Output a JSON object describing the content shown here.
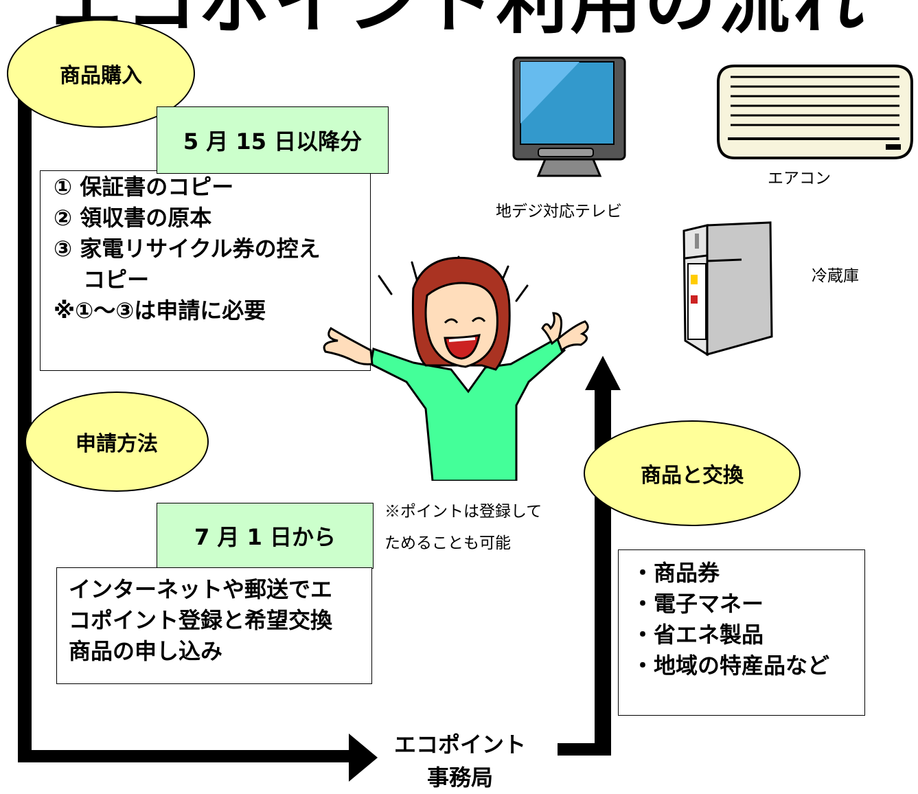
{
  "title": "エコポイント利用の流れ",
  "steps": {
    "purchase": "商品購入",
    "apply": "申請方法",
    "exchange": "商品と交換"
  },
  "purchase_section": {
    "date_label": "5 月 15 日以降分",
    "items": [
      "① 保証書のコピー",
      "② 領収書の原本",
      "③ 家電リサイクル券の控え",
      "　 コピー",
      "※①～③は申請に必要"
    ]
  },
  "apply_section": {
    "date_label": "7 月 1 日から",
    "lines": [
      "インターネットや郵送でエ",
      "コポイント登録と希望交換",
      "商品の申し込み"
    ]
  },
  "note": [
    "※ポイントは登録して",
    "ためることも可能"
  ],
  "exchange_items": [
    "・商品券",
    "・電子マネー",
    "・省エネ製品",
    "・地域の特産品など"
  ],
  "office": [
    "エコポイント",
    "事務局"
  ],
  "appliances": {
    "tv": "地デジ対応テレビ",
    "aircon": "エアコン",
    "fridge": "冷蔵庫"
  }
}
